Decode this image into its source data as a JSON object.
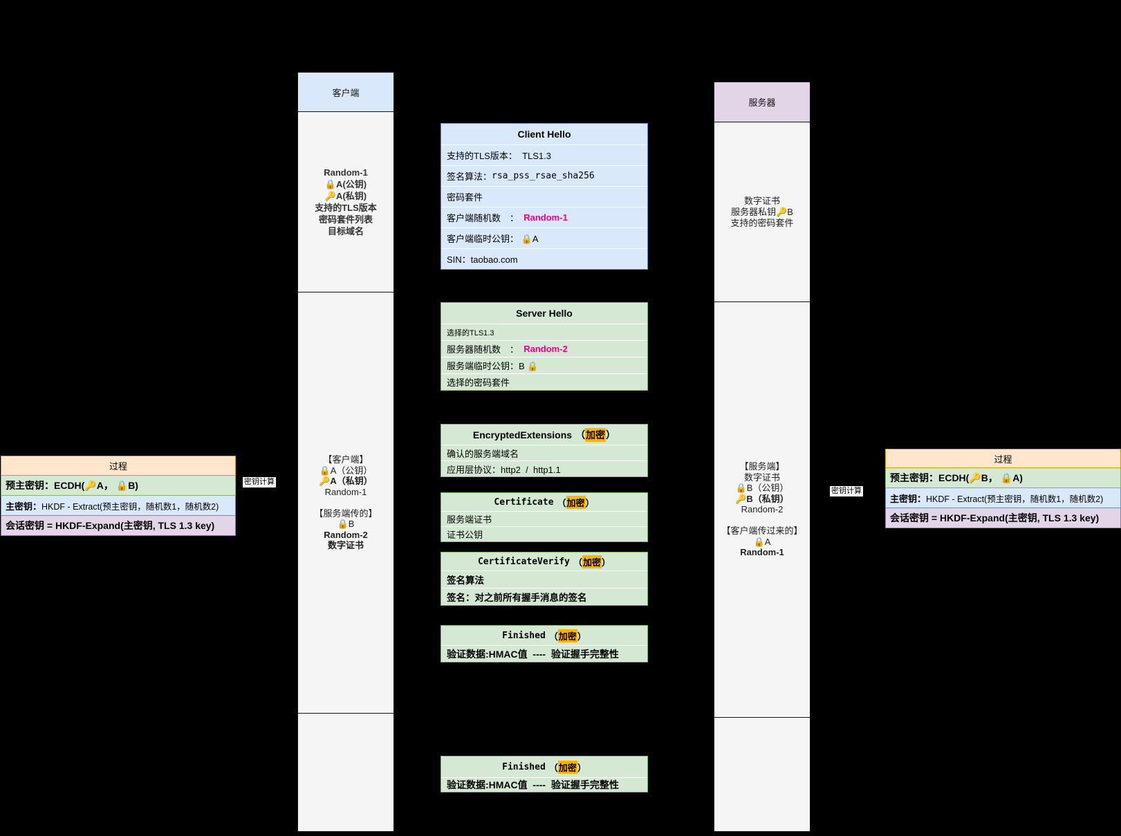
{
  "client_column": {
    "title": "客户端",
    "top_notes": [
      "Random-1",
      "🔒A(公钥)",
      "🔑A(私钥)",
      "支持的TLS版本",
      "密码套件列表",
      "目标域名"
    ],
    "mid_notes": [
      "【客户端】",
      "🔒A（公钥）",
      "🔑A（私钥）",
      "Random-1",
      "",
      "【服务端传的】",
      "🔒B",
      "Random-2",
      "数字证书"
    ]
  },
  "server_column": {
    "title": "服务器",
    "top_notes": [
      "数字证书",
      "服务器私钥🔑B",
      "支持的密码套件"
    ],
    "mid_notes": [
      "【服务端】",
      "数字证书",
      "🔒B（公钥）",
      "🔑B（私钥）",
      "Random-2",
      "",
      "【客户端传过来的】",
      "🔒A",
      "Random-1"
    ]
  },
  "client_hello": {
    "title": "Client Hello",
    "row_tls": "支持的TLS版本：  TLS1.3",
    "row_sig_label": "签名算法：",
    "row_sig_value": "rsa_pss_rsae_sha256",
    "row_cipher": "密码套件",
    "row_random_label": "客户端随机数　：  ",
    "row_random_value": "Random-1",
    "row_pubkey": "客户端临时公钥： 🔒A",
    "row_sin": "SIN：taobao.com"
  },
  "server_hello": {
    "title": "Server Hello",
    "row_tls": "选择的TLS1.3",
    "row_random_label": "服务器随机数　：  ",
    "row_random_value": "Random-2",
    "row_pubkey": "服务端临时公钥：B 🔒",
    "row_cipher": "选择的密码套件"
  },
  "encrypted_extensions": {
    "name": "EncryptedExtensions",
    "paren_open": "（",
    "tag": "加密",
    "paren_close": "）",
    "row_domain": "确认的服务端域名",
    "row_alpn": "应用层协议：http2  /  http1.1"
  },
  "certificate": {
    "name": "Certificate",
    "paren_open": "（",
    "tag": "加密",
    "paren_close": "）",
    "row_cert": "服务端证书",
    "row_pubkey": "证书公钥"
  },
  "certificate_verify": {
    "name": "CertificateVerify",
    "paren_open": "（",
    "tag": "加密",
    "paren_close": "）",
    "row_alg": "签名算法",
    "row_sig": "签名：对之前所有握手消息的签名"
  },
  "finished_top": {
    "name": "Finished",
    "paren_open": "（",
    "tag": "加密",
    "paren_close": "）",
    "row": "验证数据:HMAC值  ----  验证握手完整性"
  },
  "finished_bottom": {
    "name": "Finished",
    "paren_open": "（",
    "tag": "加密",
    "paren_close": "）",
    "row": "验证数据:HMAC值  ----  验证握手完整性"
  },
  "process_left": {
    "title": "过程",
    "row1": "预主密钥：ECDH(🔑A， 🔒B)",
    "row2_label": "主密钥：",
    "row2_value": "HKDF - Extract(预主密钥，随机数1，随机数2)",
    "row3": "会话密钥 = HKDF-Expand(主密钥, TLS 1.3 key)"
  },
  "process_right": {
    "title": "过程",
    "row1": "预主密钥：ECDH(🔑B， 🔒A)",
    "row2_label": "主密钥：",
    "row2_value": "HKDF - Extract(预主密钥，随机数1，随机数2)",
    "row3": "会话密钥 = HKDF-Expand(主密钥, TLS 1.3 key)"
  },
  "labels": {
    "key_calc_left": "密钥计算",
    "key_calc_right": "密钥计算"
  },
  "colors": {
    "accent_pink": "#eb008b",
    "highlight_orange": "#ffb300",
    "blue_fill": "#dae8fc",
    "green_fill": "#d5e8d4",
    "orange_fill": "#ffe6cc",
    "purple_fill": "#e1d5e7",
    "gray_fill": "#f5f5f5"
  }
}
